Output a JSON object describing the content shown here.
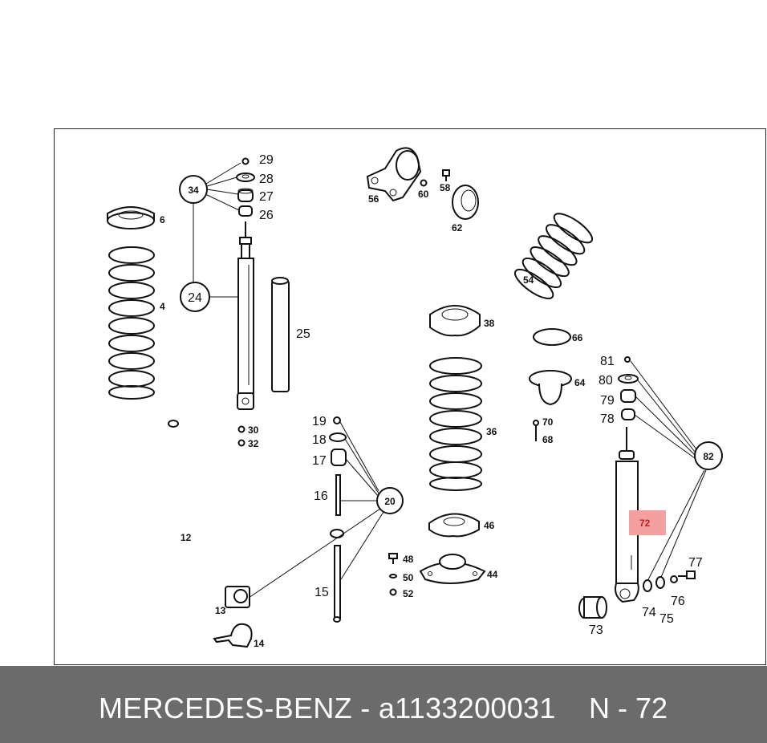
{
  "footer": {
    "brand_part": "MERCEDES-BENZ - a1133200031",
    "ref": "N - 72"
  },
  "callouts": {
    "c34": "34",
    "c24": "24",
    "c20": "20",
    "c82": "82"
  },
  "labels": {
    "p29": "29",
    "p28": "28",
    "p27": "27",
    "p26": "26",
    "p6": "6",
    "p4": "4",
    "p25": "25",
    "p30": "30",
    "p32": "32",
    "p56": "56",
    "p60": "60",
    "p58": "58",
    "p62": "62",
    "p54": "54",
    "p38": "38",
    "p36": "36",
    "p46": "46",
    "p44": "44",
    "p48": "48",
    "p50": "50",
    "p52": "52",
    "p66": "66",
    "p64": "64",
    "p70": "70",
    "p68": "68",
    "p81": "81",
    "p80": "80",
    "p79": "79",
    "p78": "78",
    "p19": "19",
    "p18": "18",
    "p17": "17",
    "p16": "16",
    "p15": "15",
    "p12": "12",
    "p13": "13",
    "p14": "14",
    "p72": "72",
    "p73": "73",
    "p74": "74",
    "p75": "75",
    "p76": "76",
    "p77": "77"
  },
  "highlight_color": "#f4a0a0"
}
